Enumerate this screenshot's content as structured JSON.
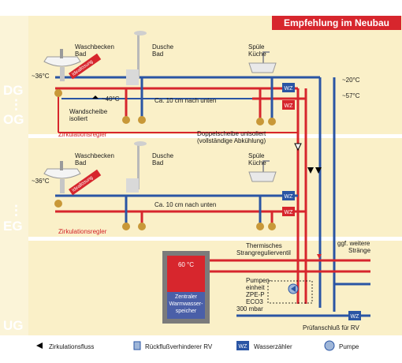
{
  "header": {
    "title": "Empfehlung im Neubau"
  },
  "floors": {
    "dg": "DG",
    "dots1": "⋮",
    "og": "OG",
    "dots2": "⋮",
    "eg": "EG",
    "ug": "UG"
  },
  "upper": {
    "washbasin_line1": "Waschbecken",
    "washbasin_line2": "Bad",
    "shower_line1": "Dusche",
    "shower_line2": "Bad",
    "sink_line1": "Spüle",
    "sink_line2": "Küche",
    "temp_basin": "~36°C",
    "temp_40": "~40°C",
    "ideal": "Ideallösung",
    "down10": "Ca. 10 cm nach unten",
    "wandscheibe_line1": "Wandscheibe",
    "wandscheibe_line2": "isoliert",
    "zirk": "Zirkulationsregler",
    "doppel_line1": "Doppelscheibe unisoliert",
    "doppel_line2": "(vollständige Abkühlung)",
    "t20": "~20°C",
    "t57": "~57°C"
  },
  "lower": {
    "washbasin_line1": "Waschbecken",
    "washbasin_line2": "Bad",
    "shower_line1": "Dusche",
    "shower_line2": "Bad",
    "sink_line1": "Spüle",
    "sink_line2": "Küche",
    "temp_basin": "~36°C",
    "ideal": "Ideallösung",
    "down10": "Ca. 10 cm nach unten",
    "zirk": "Zirkulationsregler"
  },
  "basement": {
    "thermisches_line1": "Thermisches",
    "thermisches_line2": "Strangregulierventil",
    "weitere_line1": "ggf. weitere",
    "weitere_line2": "Stränge",
    "tank_temp": "60 °C",
    "tank_line1": "Zentraler",
    "tank_line2": "Warmwasser-",
    "tank_line3": "speicher",
    "pump_line1": "Pumpen-",
    "pump_line2": "einheit",
    "pump_line3": "ZPE-P",
    "pump_line4": "ECO3",
    "pump_line5": "300 mbar",
    "pruef": "Prüfanschluß für RV"
  },
  "meter_label": "WZ",
  "legend": {
    "flow": "Zirkulationsfluss",
    "rv": "Rückflußverhinderer RV",
    "wz": "Wasserzähler",
    "pump": "Pumpe"
  },
  "colors": {
    "hot": "#d7262d",
    "cold": "#2a55a4",
    "band": "#faf0c8",
    "floor_text": "#ffffff",
    "header_bg": "#d7262d",
    "tank_border": "#7b7b7b"
  },
  "icons": [
    "washbasin-icon",
    "shower-icon",
    "kitchen-sink-icon",
    "water-meter-icon",
    "pump-icon",
    "check-valve-icon",
    "flow-arrow-icon",
    "hot-water-tank-icon"
  ]
}
